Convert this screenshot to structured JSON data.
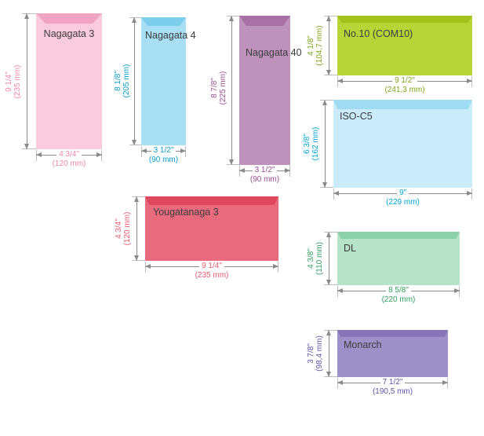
{
  "diagram": "envelope-sizes",
  "envelopes": [
    {
      "name": "Nagagata 3",
      "body_color": "#f9cbdc",
      "flap_color": "#f0a3c2",
      "dim_text_color": "#ef87ae",
      "height_in": "9 1/4\"",
      "height_mm": "(235 mm)",
      "width_in": "4 3/4\"",
      "width_mm": "(120 mm)"
    },
    {
      "name": "Nagagata 4",
      "body_color": "#a8dff4",
      "flap_color": "#7cceec",
      "dim_text_color": "#0a9cc8",
      "height_in": "8 1/8\"",
      "height_mm": "(205 mm)",
      "width_in": "3 1/2\"",
      "width_mm": "(90 mm)"
    },
    {
      "name": "Nagagata 40",
      "body_color": "#bd92bb",
      "flap_color": "#a771a5",
      "dim_text_color": "#9a4f95",
      "height_in": "8 7/8\"",
      "height_mm": "(225 mm)",
      "width_in": "3 1/2\"",
      "width_mm": "(90 mm)"
    },
    {
      "name": "No.10 (COM10)",
      "body_color": "#b8d436",
      "flap_color": "#a0c21a",
      "dim_text_color": "#7da417",
      "height_in": "4 1/8\"",
      "height_mm": "(104,7 mm)",
      "width_in": "9 1/2\"",
      "width_mm": "(241,3 mm)"
    },
    {
      "name": "ISO-C5",
      "body_color": "#c9ebfa",
      "flap_color": "#9fdcf4",
      "dim_text_color": "#00a6d8",
      "height_in": "6 3/8\"",
      "height_mm": "(162 mm)",
      "width_in": "9\"",
      "width_mm": "(229 mm)"
    },
    {
      "name": "DL",
      "body_color": "#b8e3cb",
      "flap_color": "#8cd1ab",
      "dim_text_color": "#2f9e5f",
      "height_in": "4 3/8\"",
      "height_mm": "(110 mm)",
      "width_in": "8 5/8\"",
      "width_mm": "(220 mm)"
    },
    {
      "name": "Yougatanaga 3",
      "body_color": "#e96a7c",
      "flap_color": "#e0485f",
      "dim_text_color": "#e85a70",
      "height_in": "4 3/4\"",
      "height_mm": "(120 mm)",
      "width_in": "9 1/4\"",
      "width_mm": "(235 mm)"
    },
    {
      "name": "Monarch",
      "body_color": "#9e90c8",
      "flap_color": "#8676b7",
      "dim_text_color": "#6053a6",
      "height_in": "3 7/8\"",
      "height_mm": "(98,4 mm)",
      "width_in": "7 1/2\"",
      "width_mm": "(190,5 mm)"
    }
  ]
}
